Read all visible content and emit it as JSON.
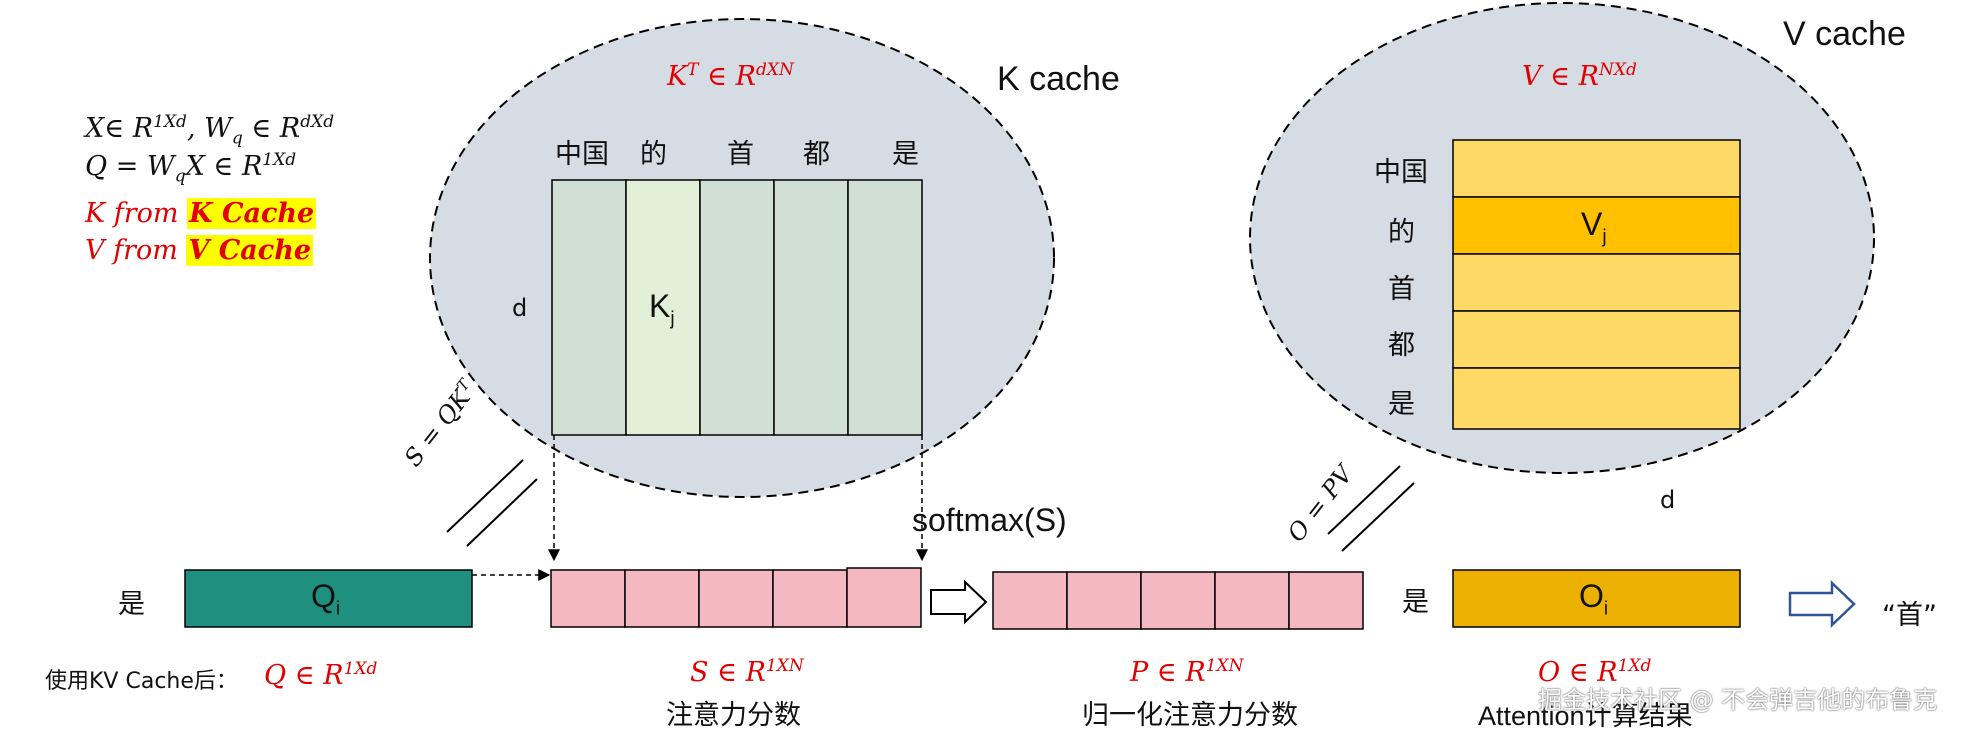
{
  "formulas": {
    "line1": "X∈ R^1Xd, W_q ∈ R^dXd",
    "line1_parts": {
      "x": "X∈ R",
      "x_sup": "1Xd",
      "mid": ", W",
      "q": "q",
      "r": " ∈ R",
      "r_sup": "dXd"
    },
    "line2_parts": {
      "lhs": "Q = W",
      "q": "q",
      "rhs": "X  ∈ R",
      "sup": "1Xd"
    },
    "line3_parts": {
      "prefix": "K from ",
      "highlight": "K Cache"
    },
    "line4_parts": {
      "prefix": "V from ",
      "highlight": "V Cache"
    }
  },
  "k_cache": {
    "title": "K cache",
    "formula": {
      "base": "K",
      "sup": "T",
      "mid": " ∈ R",
      "sup2": "dXN"
    },
    "tokens": [
      "中国",
      "的",
      "首",
      "都",
      "是"
    ],
    "dim_label": "d",
    "highlight_label": {
      "base": "K",
      "sub": "j"
    }
  },
  "v_cache": {
    "title": "V cache",
    "formula": {
      "base": "V",
      "mid": " ∈ R",
      "sup": "NXd"
    },
    "tokens": [
      "中国",
      "的",
      "首",
      "都",
      "是"
    ],
    "dim_label": "d",
    "highlight_label": {
      "base": "V",
      "sub": "j"
    }
  },
  "ops": {
    "s_eq": {
      "base": "S = QK",
      "sup": "T"
    },
    "o_eq": "O = PV",
    "softmax": "softmax(S)"
  },
  "query_row": {
    "token": "是",
    "q_label": {
      "base": "Q",
      "sub": "i"
    },
    "note": "使用KV Cache后：",
    "formula": {
      "base": "Q",
      "mid": " ∈ R",
      "sup": "1Xd"
    }
  },
  "score_row": {
    "formula": {
      "base": "S",
      "mid": " ∈ R",
      "sup": "1XN"
    },
    "caption": "注意力分数"
  },
  "prob_row": {
    "formula": {
      "base": "P",
      "mid": " ∈ R",
      "sup": "1XN"
    },
    "caption": "归一化注意力分数"
  },
  "output_row": {
    "token": "是",
    "o_label": {
      "base": "O",
      "sub": "i"
    },
    "formula": {
      "base": "O",
      "mid": " ∈ R",
      "sup": "1Xd"
    },
    "caption": "Attention计算结果",
    "next_token": "“首”"
  },
  "watermark": "掘金技术社区 @ 不会弹吉他的布鲁克",
  "colors": {
    "ellipse_fill": "#d6dce4",
    "k_col": "#d0e1d3",
    "k_col_highlight": "#e2f0d9",
    "v_row": "#ffd966",
    "v_row_highlight": "#ffc000",
    "q_fill": "#1f8f80",
    "score_fill": "#f4b8c1",
    "o_fill": "#ecb100",
    "formula_red": "#e00000",
    "arrow_blue": "#2f5597"
  }
}
